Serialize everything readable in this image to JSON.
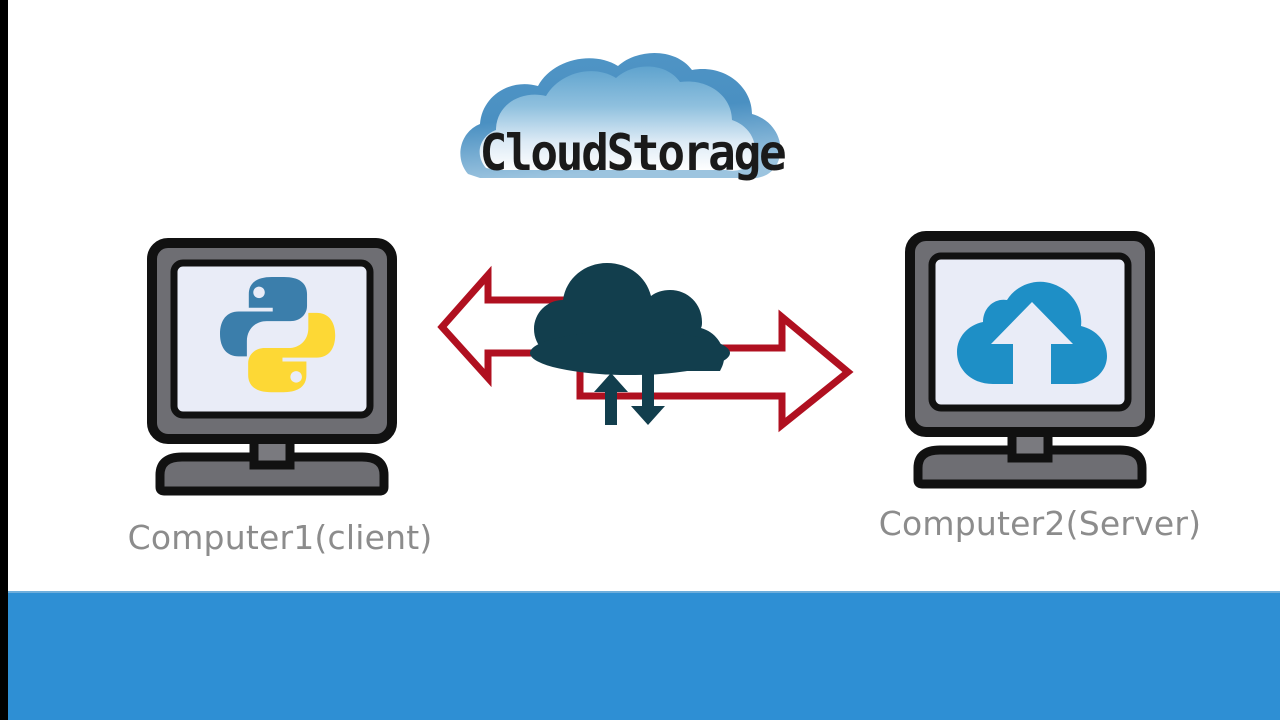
{
  "slide": {
    "background_color": "#ffffff",
    "bottom_band_color": "#2E8FD4",
    "edge_bar_color": "#000000"
  },
  "logo": {
    "text": "CloudStorage",
    "icon": "cloud-logo-icon",
    "text_color": "#1a1a1a",
    "cloud_edge_color": "#4A90C2",
    "cloud_center_color": "#f7fbfe"
  },
  "nodes": [
    {
      "id": "computer1",
      "label": "Computer1(client)",
      "screen_icon": "python-logo-icon",
      "bezel_color": "#6E6E73",
      "screen_color": "#E9ECF7",
      "outline_color": "#111111",
      "label_color": "#8c8c8c",
      "icon_colors": {
        "primary": "#3B7EAB",
        "secondary": "#FDD835"
      }
    },
    {
      "id": "computer2",
      "label": "Computer2(Server)",
      "screen_icon": "cloud-upload-icon",
      "bezel_color": "#6E6E73",
      "screen_color": "#E9ECF7",
      "outline_color": "#111111",
      "label_color": "#8c8c8c",
      "icon_colors": {
        "primary": "#1E8FC6",
        "secondary": "#ffffff"
      }
    }
  ],
  "transfer": {
    "cloud_icon": "cloud-icon",
    "cloud_color": "#123E4D",
    "arrow_color": "#B01020",
    "sync_icon": "up-down-arrows-icon",
    "sync_color": "#123E4D",
    "arrows": [
      {
        "id": "arrow-to-client",
        "direction": "left",
        "label": ""
      },
      {
        "id": "arrow-to-server",
        "direction": "right",
        "label": ""
      }
    ]
  }
}
